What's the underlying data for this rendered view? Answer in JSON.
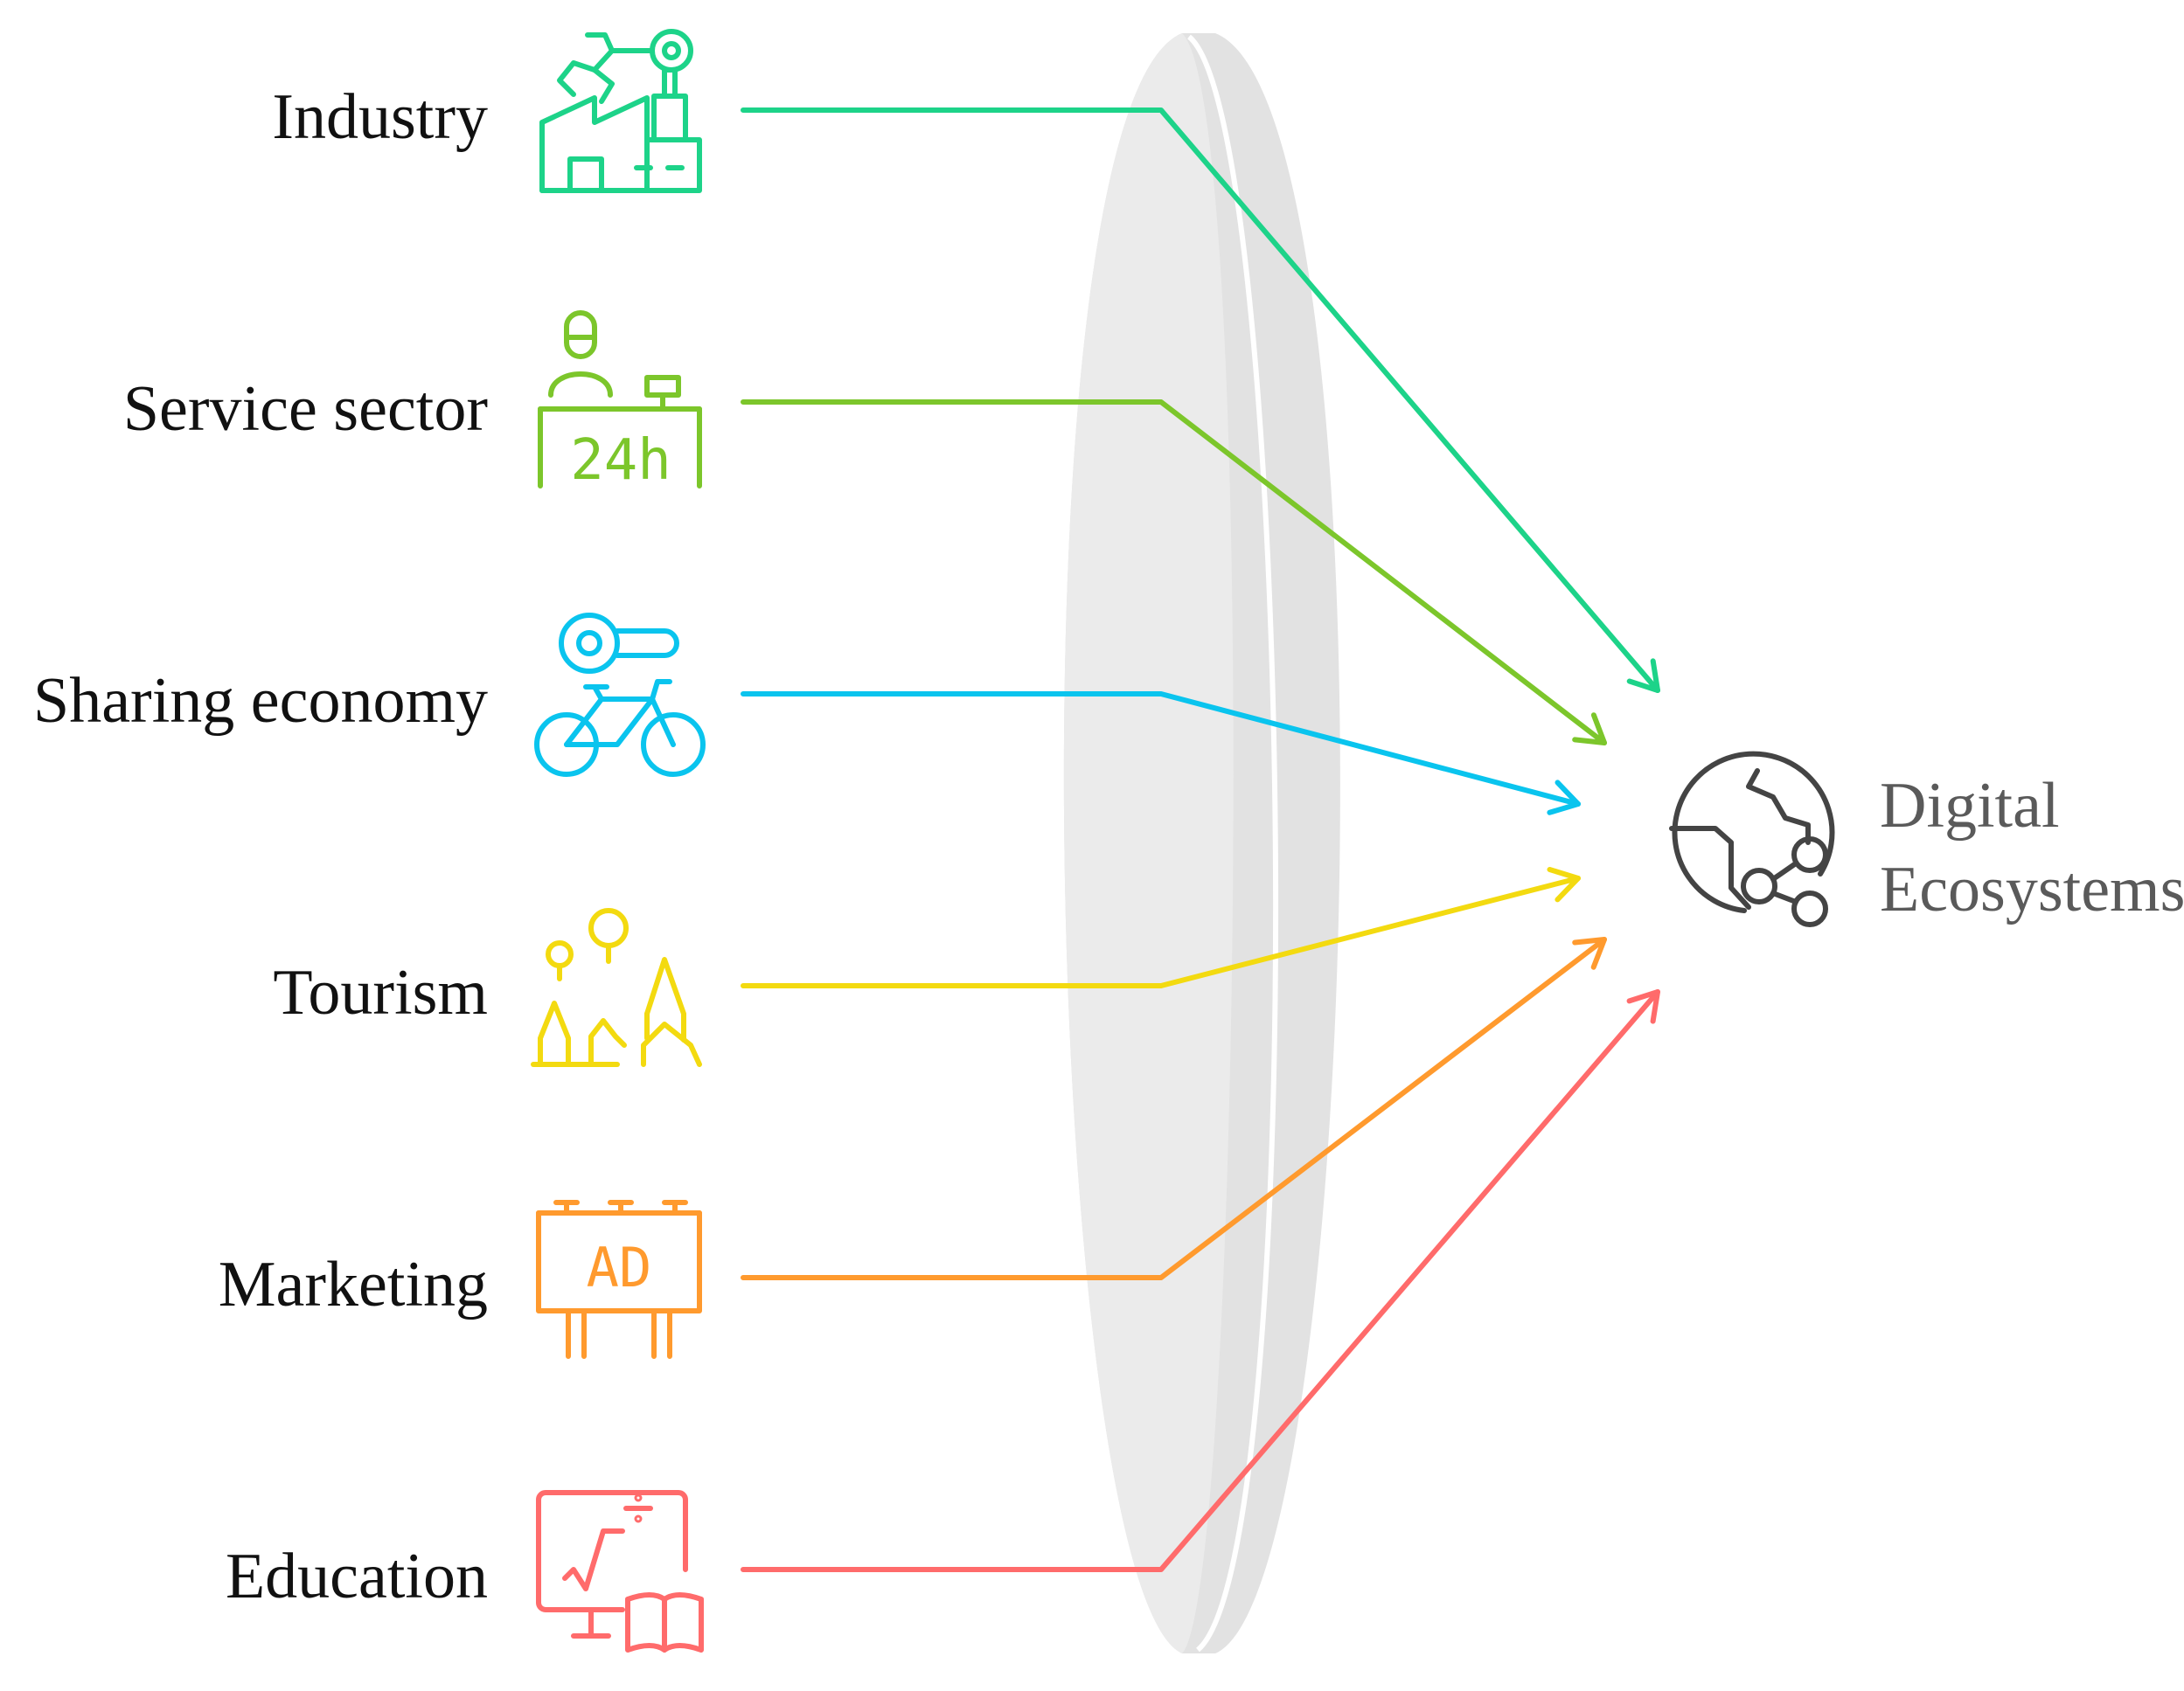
{
  "sources": [
    {
      "key": "industry",
      "label": "Industry",
      "color": "#1DD389",
      "icon": "factory-robot-arm-icon"
    },
    {
      "key": "service",
      "label": "Service sector",
      "color": "#7CC62B",
      "icon": "service-desk-24h-icon",
      "icon_text": "24h"
    },
    {
      "key": "sharing",
      "label": "Sharing economy",
      "color": "#0AC4EE",
      "icon": "bike-key-icon"
    },
    {
      "key": "tourism",
      "label": "Tourism",
      "color": "#F3DA10",
      "icon": "tourism-landmarks-icon"
    },
    {
      "key": "marketing",
      "label": "Marketing",
      "color": "#FF9A2E",
      "icon": "billboard-ad-icon",
      "icon_text": "AD"
    },
    {
      "key": "education",
      "label": "Education",
      "color": "#FF6B6B",
      "icon": "e-learning-book-icon"
    }
  ],
  "target": {
    "label_line1": "Digital",
    "label_line2": "Ecosystems",
    "color": "#444444",
    "icon": "globe-share-icon"
  },
  "lens_color": "#EBEBEB"
}
